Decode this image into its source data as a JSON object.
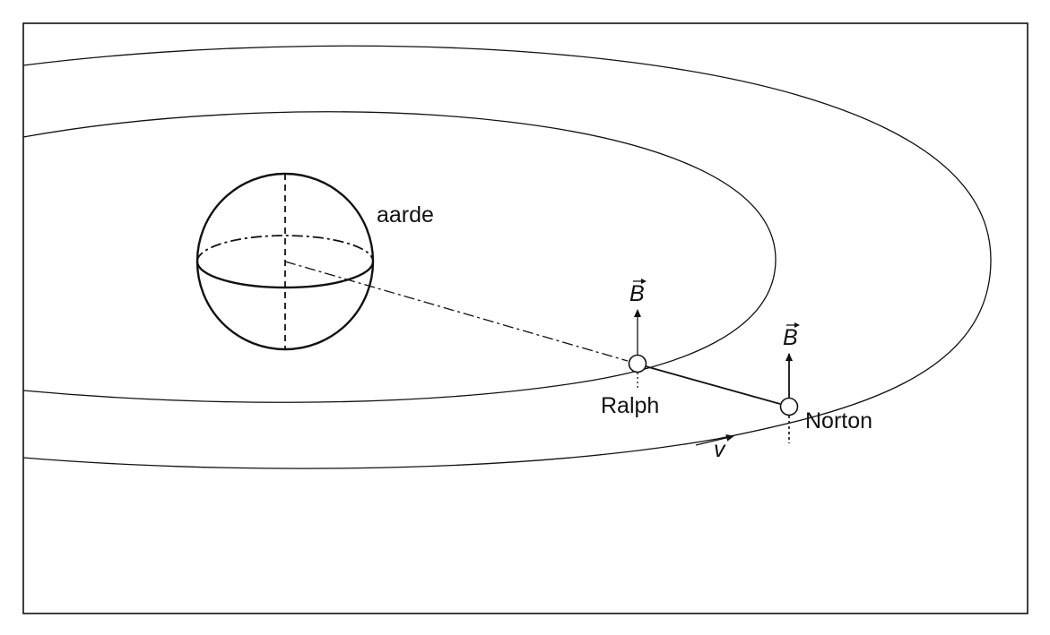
{
  "labels": {
    "earth": "aarde",
    "satellite_inner": "Ralph",
    "satellite_outer": "Norton",
    "field_inner": "B",
    "field_outer": "B",
    "velocity": "v"
  }
}
